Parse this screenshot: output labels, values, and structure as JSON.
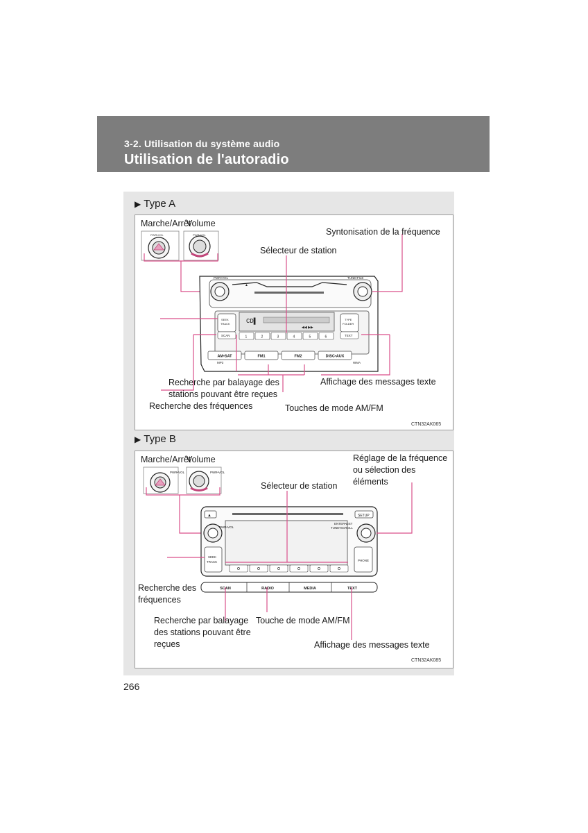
{
  "header": {
    "section": "3-2. Utilisation du système audio",
    "title": "Utilisation de l'autoradio"
  },
  "type_a": {
    "heading": "Type A",
    "labels": {
      "power": "Marche/Arrêt",
      "volume": "Volume",
      "tuning": "Syntonisation de la fréquence",
      "station_selector": "Sélecteur de station",
      "scan": "Recherche par balayage des stations pouvant être reçues",
      "seek": "Recherche des fréquences",
      "text": "Affichage des messages texte",
      "mode": "Touches de mode AM/FM"
    },
    "unit": {
      "knob_left": "PWR•VOL",
      "knob_right": "TUNE•FILE",
      "seek": "SEEK TRACK",
      "type": "TYPE FOLDER",
      "scan": "SCAN",
      "text": "TEXT",
      "presets": [
        "1",
        "2",
        "3",
        "4",
        "5",
        "6"
      ],
      "modes": [
        "AM•SAT",
        "FM1",
        "FM2",
        "DISC•AUX"
      ],
      "mp3": "MP3",
      "wma": "WMA"
    },
    "code": "CTN32AK065"
  },
  "type_b": {
    "heading": "Type B",
    "labels": {
      "power": "Marche/Arrêt",
      "volume": "Volume",
      "tuning": "Réglage de la fréquence ou sélection des éléments",
      "station_selector": "Sélecteur de station",
      "seek": "Recherche des fréquences",
      "scan": "Recherche par balayage des stations pouvant être reçues",
      "mode": "Touche de mode AM/FM",
      "text": "Affichage des messages texte"
    },
    "unit": {
      "knob_left": "PWR•VOL",
      "knob_right": "ENTER•LIST TUNE•SCROLL",
      "setup": "SETUP",
      "seek": "SEEK TRACK",
      "phone": "PHONE",
      "modes": [
        "SCAN",
        "RADIO",
        "MEDIA",
        "TEXT"
      ]
    },
    "code": "CTN32AK085"
  },
  "page_number": "266"
}
